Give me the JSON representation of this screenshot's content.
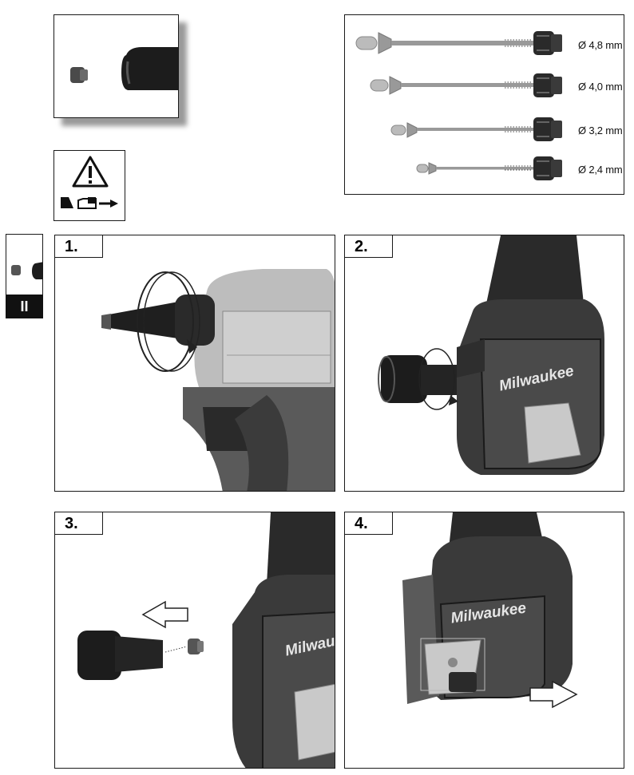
{
  "rivet_sizes": [
    {
      "label": "Ø 4,8 mm"
    },
    {
      "label": "Ø 4,0 mm"
    },
    {
      "label": "Ø 3,2 mm"
    },
    {
      "label": "Ø 2,4 mm"
    }
  ],
  "side_tab": {
    "label": "II"
  },
  "steps": [
    {
      "label": "1."
    },
    {
      "label": "2."
    },
    {
      "label": "3."
    },
    {
      "label": "4."
    }
  ],
  "brand": {
    "name": "Milwaukee"
  }
}
